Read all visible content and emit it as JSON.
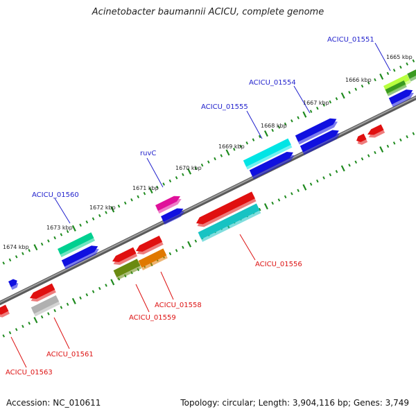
{
  "title": "Acinetobacter baumannii ACICU, complete genome",
  "footer": {
    "accession": "Accession: NC_010611",
    "summary": "Topology: circular; Length: 3,904,116 bp; Genes: 3,749"
  },
  "colors": {
    "backbone": "#7f7f7f",
    "tick": "#1e8a1e",
    "forward_label": "#1f1fcc",
    "reverse_label": "#dd1111"
  },
  "scale_labels": [
    "1665 kbp",
    "1666 kbp",
    "1667 kbp",
    "1668 kbp",
    "1669 kbp",
    "1670 kbp",
    "1671 kbp",
    "1672 kbp",
    "1673 kbp",
    "1674 kbp"
  ],
  "gene_labels": {
    "forward": [
      "ACICU_01551",
      "ACICU_01554",
      "ACICU_01555",
      "ruvC",
      "ACICU_01560"
    ],
    "reverse": [
      "ACICU_01556",
      "ACICU_01558",
      "ACICU_01559",
      "ACICU_01561",
      "ACICU_01563"
    ]
  },
  "feature_colors": [
    "#1010e0",
    "#00e5e5",
    "#00d090",
    "#e0109a",
    "#e01010",
    "#17c3c3",
    "#e07800",
    "#6a8a10",
    "#b0b0b0",
    "#3a9a20",
    "#b8ff40"
  ]
}
